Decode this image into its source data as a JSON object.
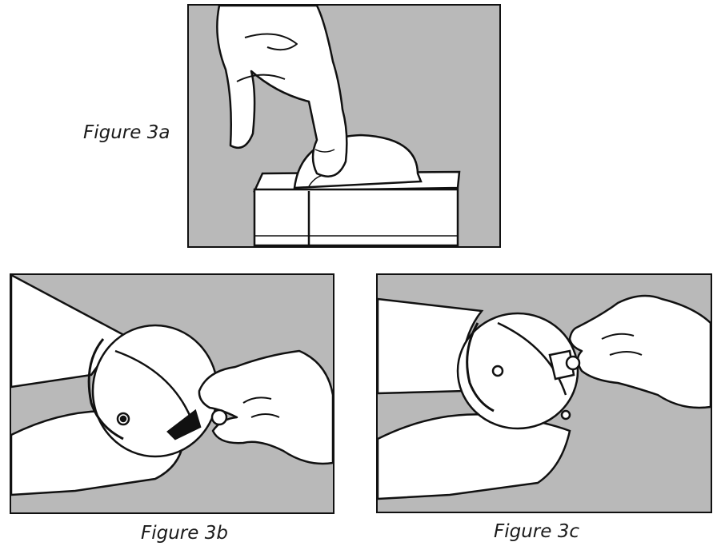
{
  "figures": [
    {
      "id": "3a",
      "caption": "Figure 3a",
      "depicts": "hand-pressing-device-button"
    },
    {
      "id": "3b",
      "caption": "Figure 3b",
      "depicts": "hand-removing-cap-from-arm-device"
    },
    {
      "id": "3c",
      "caption": "Figure 3c",
      "depicts": "hand-pulling-tab-from-arm-device"
    }
  ],
  "colors": {
    "panel_background": "#b9b9b9",
    "line": "#111111",
    "skin": "#ffffff",
    "caption_text": "#1a1a1a"
  }
}
